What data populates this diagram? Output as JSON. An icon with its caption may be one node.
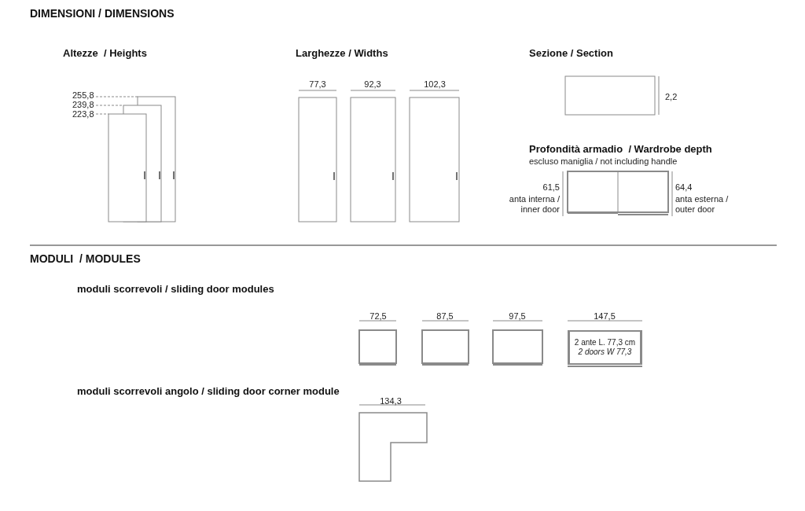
{
  "diagram": {
    "nodes": [
      {
        "text": [
          "2 ante L. 77,3 cm",
          "2 doors W 77,3"
        ]
      }
    ],
    "labels": [
      "DIMENSIONI / DIMENSIONS",
      "Altezze  / Heights",
      "Larghezze / Widths",
      "Sezione / Section",
      "255,8",
      "239,8",
      "223,8",
      "77,3",
      "92,3",
      "102,3",
      "2,2",
      "Profondità armadio  / Wardrobe depth",
      "escluso maniglia / not including handle",
      "61,5",
      "64,4",
      "anta interna / inner door",
      "anta esterna / outer door",
      "MODULI  / MODULES",
      "moduli scorrevoli / sliding door modules",
      "72,5",
      "87,5",
      "97,5",
      "147,5",
      "moduli scorrevoli angolo / sliding door corner module",
      "134,3"
    ]
  }
}
